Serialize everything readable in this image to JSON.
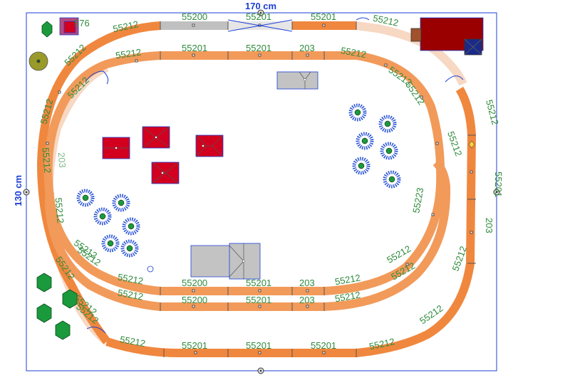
{
  "dimensions": {
    "width_label": "170 cm",
    "height_label": "130 cm"
  },
  "colors": {
    "track_main": "#f0873e",
    "track_inner": "#f29a5a",
    "track_faded": "#f7d8c3",
    "track_grey": "#c0c0c0",
    "track_edge": "#555555",
    "label_green": "#2e8b3c",
    "dimension_blue": "#1c3fd6",
    "building_red": "#d2001e",
    "building_dark": "#9b0000",
    "building_grey": "#c3c3c3",
    "tree_dark": "#1a9a3c"
  },
  "track_labels": {
    "l1": "55212",
    "l2": "55200",
    "l3": "55201",
    "l4": "55201",
    "l5": "55212",
    "l6": "55212",
    "l7": "55212",
    "l8": "55201",
    "l9": "55201",
    "l10": "203",
    "l11": "55212",
    "l12": "55212",
    "l13": "55212",
    "l14": "55212",
    "l15": "55212",
    "l16": "55212",
    "l17": "55201",
    "l18": "203",
    "l19": "55223",
    "l20": "55212",
    "l21": "55212",
    "l22": "55212",
    "l23": "55212",
    "l24": "55200",
    "l25": "55201",
    "l26": "203",
    "l27": "55212",
    "l28": "55212",
    "l29": "55212",
    "l30": "55200",
    "l31": "55201",
    "l32": "203",
    "l33": "55212",
    "l34": "55212",
    "l35": "55212",
    "l36": "55201",
    "l37": "55201",
    "l38": "55201",
    "l39": "55212",
    "l40": "55212",
    "l41": "55212",
    "l42": "55212",
    "l43": "55212",
    "l44": "55212",
    "l45": "55212",
    "l46": "203",
    "l47": "55212",
    "l48": "576"
  }
}
